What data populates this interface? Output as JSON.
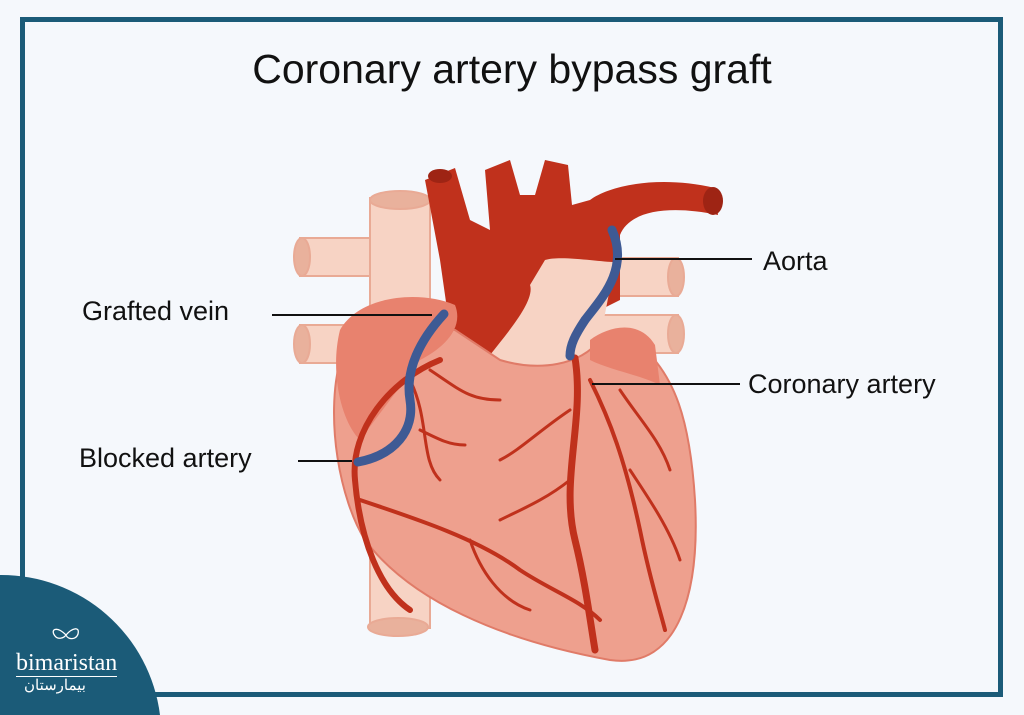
{
  "title": "Coronary artery bypass graft",
  "labels": {
    "aorta": "Aorta",
    "grafted_vein": "Grafted vein",
    "coronary_artery": "Coronary artery",
    "blocked_artery": "Blocked artery"
  },
  "logo": {
    "name": "bimaristan",
    "arabic": "بيمارستان"
  },
  "colors": {
    "frame": "#1b5b78",
    "artery": "#c0311c",
    "vein": "#4a66a0",
    "heart": "#eea08e"
  }
}
